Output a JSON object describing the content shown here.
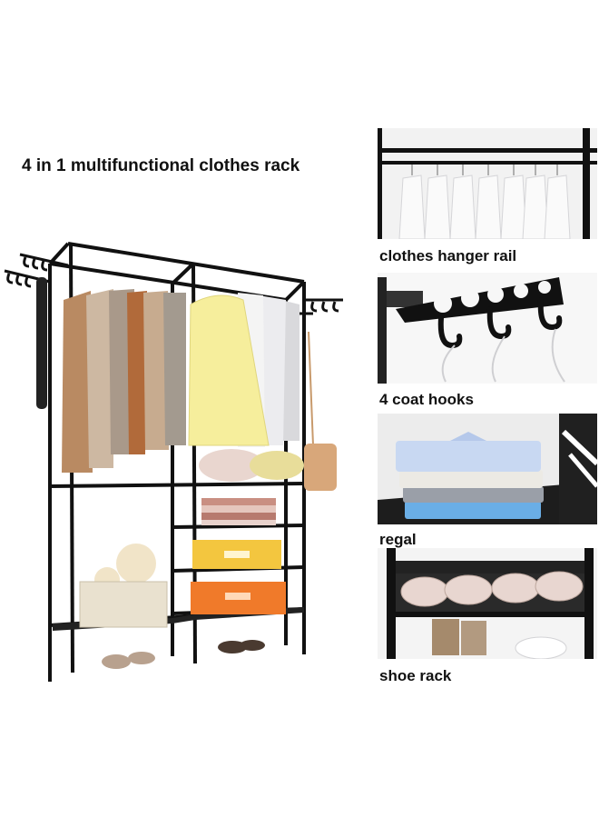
{
  "headline": "4 in 1 multifunctional clothes rack",
  "captions": {
    "hanger_rail": "clothes hanger rail",
    "coat_hooks": "4 coat hooks",
    "regal": "regal",
    "shoe_rack": "shoe rack"
  },
  "colors": {
    "frame": "#111111",
    "shirt_yellow": "#f6ee9c",
    "box_yellow": "#f3c63f",
    "box_orange": "#f07a2a",
    "basket": "#e9e1cf",
    "bag": "#d8a77a"
  }
}
